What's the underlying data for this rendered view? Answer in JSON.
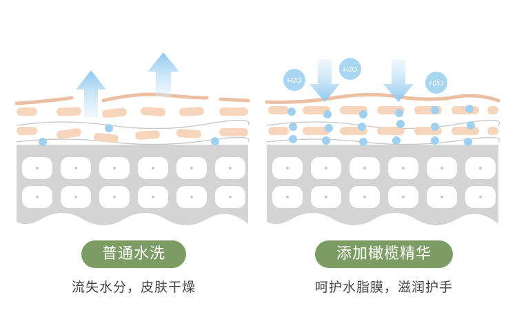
{
  "left_panel": {
    "label": "普通水洗",
    "caption": "流失水分，皮肤干燥"
  },
  "right_panel": {
    "label": "添加橄榄精华",
    "caption": "呵护水脂膜，滋润护手",
    "bubble_text": "H2O"
  },
  "colors": {
    "accent_green": "#7b9c63",
    "skin_peach": "#f7d5bd",
    "skin_stroke": "#ecbfa2",
    "base_gray": "#d4d4d4",
    "cell_white": "#ffffff",
    "water_blue": "#9fd0ef",
    "arrow_blue": "#a9d6f1",
    "caption_text": "#444444"
  }
}
